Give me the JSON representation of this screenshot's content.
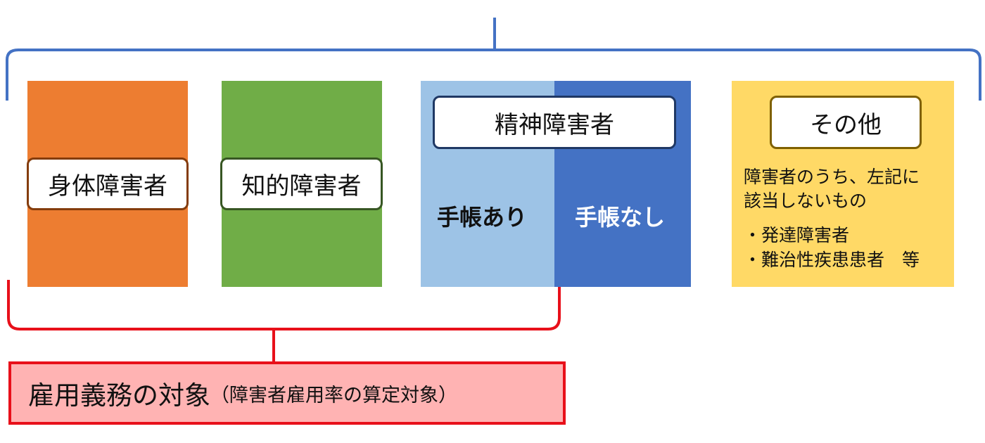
{
  "categories": {
    "physical": {
      "label": "身体障害者",
      "fill": "#ed7d31",
      "border": "#843c0c"
    },
    "intellectual": {
      "label": "知的障害者",
      "fill": "#70ad47",
      "border": "#375623"
    },
    "mental": {
      "label": "精神障害者",
      "border": "#1f3864",
      "with_notebook": {
        "label": "手帳あり",
        "fill": "#9dc3e6",
        "text_color": "#111111"
      },
      "without_notebook": {
        "label": "手帳なし",
        "fill": "#4472c4",
        "text_color": "#ffffff"
      }
    },
    "other": {
      "label": "その他",
      "fill": "#ffd966",
      "border": "#7f6000",
      "description_lines": [
        "障害者のうち、左記に",
        "該当しないもの"
      ],
      "examples": [
        "・発達障害者",
        "・難治性疾患患者　等"
      ]
    }
  },
  "employment_target": {
    "main": "雇用義務の対象",
    "sub": "（障害者雇用率の算定対象）",
    "fill": "#ffb3b3",
    "border": "#e8101a"
  },
  "brackets": {
    "top_color": "#4472c4",
    "bottom_color": "#e8101a"
  }
}
